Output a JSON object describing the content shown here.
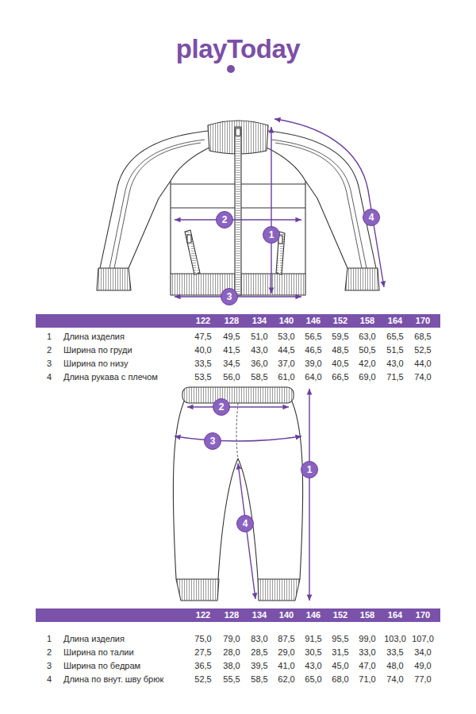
{
  "diagram": {
    "title": "playToday",
    "nodes": [
      {
        "text": [
          "4"
        ]
      },
      {
        "text": [
          "2"
        ]
      },
      {
        "text": [
          "1"
        ]
      },
      {
        "text": [
          "3"
        ]
      },
      {
        "text": [
          "2"
        ]
      },
      {
        "text": [
          "3"
        ]
      },
      {
        "text": [
          "1"
        ]
      },
      {
        "text": [
          "4"
        ]
      }
    ],
    "labels": [
      "122",
      "128",
      "134",
      "140",
      "146",
      "152",
      "158",
      "164",
      "170",
      "1",
      "Длина изделия",
      "47,5",
      "49,5",
      "51,0",
      "53,0",
      "56,5",
      "59,5",
      "63,0",
      "65,5",
      "68,5",
      "2",
      "Ширина по груди",
      "40,0",
      "41,5",
      "43,0",
      "44,5",
      "46,5",
      "48,5",
      "50,5",
      "51,5",
      "52,5",
      "3",
      "Ширина по низу",
      "33,5",
      "34,5",
      "36,0",
      "37,0",
      "39,0",
      "40,5",
      "42,0",
      "43,0",
      "44,0",
      "4",
      "Длина рукава с плечом",
      "53,5",
      "56,0",
      "58,5",
      "61,0",
      "64,0",
      "66,5",
      "69,0",
      "71,5",
      "74,0",
      "122",
      "128",
      "134",
      "140",
      "146",
      "152",
      "158",
      "164",
      "170",
      "1",
      "Длина изделия",
      "75,0",
      "79,0",
      "83,0",
      "87,5",
      "91,5",
      "95,5",
      "99,0",
      "103,0",
      "107,0",
      "2",
      "Ширина по талии",
      "27,5",
      "28,0",
      "28,5",
      "29,0",
      "30,5",
      "31,5",
      "33,0",
      "33,5",
      "34,0",
      "3",
      "Ширина по бедрам",
      "36,5",
      "38,0",
      "39,5",
      "41,0",
      "43,0",
      "45,0",
      "47,0",
      "48,0",
      "49,0",
      "4",
      "Длина по внут. шву брюк",
      "52,5",
      "55,5",
      "58,5",
      "62,0",
      "65,0",
      "68,0",
      "71,0",
      "74,0",
      "77,0"
    ]
  }
}
